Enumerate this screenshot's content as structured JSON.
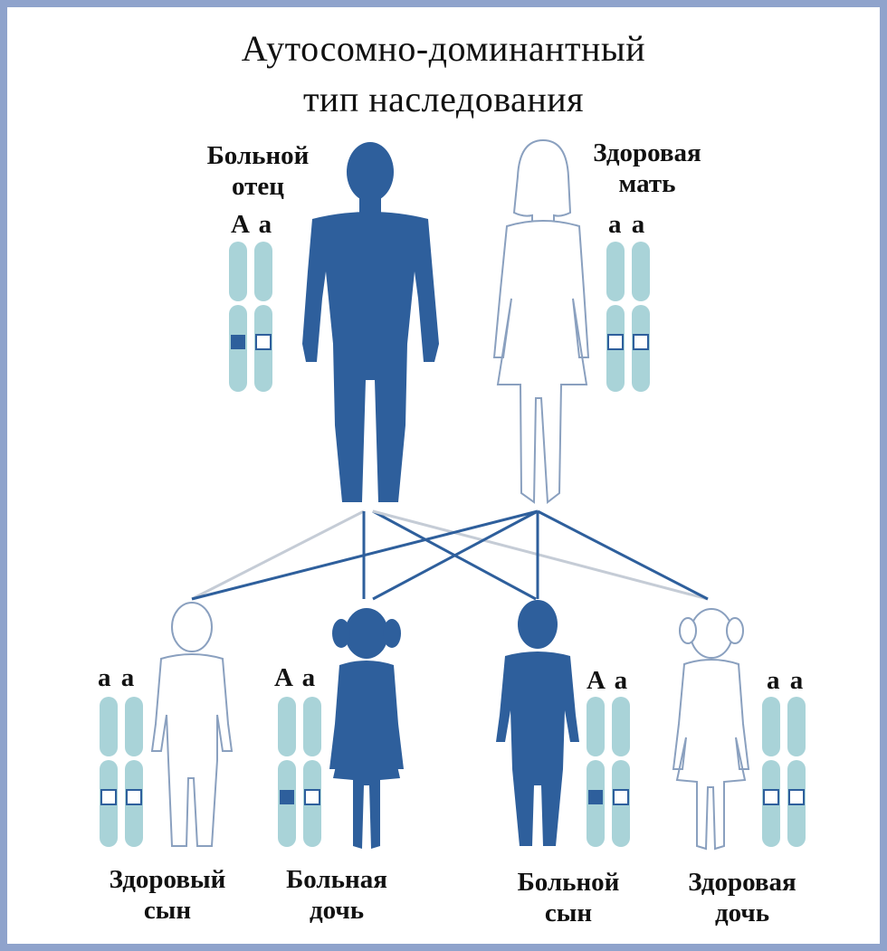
{
  "title": {
    "line1": "Аутосомно-доминантный",
    "line2": "тип наследования"
  },
  "colors": {
    "affected": "#2e5f9c",
    "chromosome": "#a9d3d8",
    "border": "#8fa3cc",
    "healthy_outline": "#2e5f9c"
  },
  "parents": {
    "father": {
      "line1": "Больной",
      "line2": "отец",
      "genotype": "A a",
      "affected": true
    },
    "mother": {
      "line1": "Здоровая",
      "line2": "мать",
      "genotype": "a a",
      "affected": false
    }
  },
  "children": [
    {
      "line1": "Здоровый",
      "line2": "сын",
      "genotype": "a a",
      "affected": false
    },
    {
      "line1": "Больная",
      "line2": "дочь",
      "genotype": "A a",
      "affected": true
    },
    {
      "line1": "Больной",
      "line2": "сын",
      "genotype": "A a",
      "affected": true
    },
    {
      "line1": "Здоровая",
      "line2": "дочь",
      "genotype": "a a",
      "affected": false
    }
  ]
}
